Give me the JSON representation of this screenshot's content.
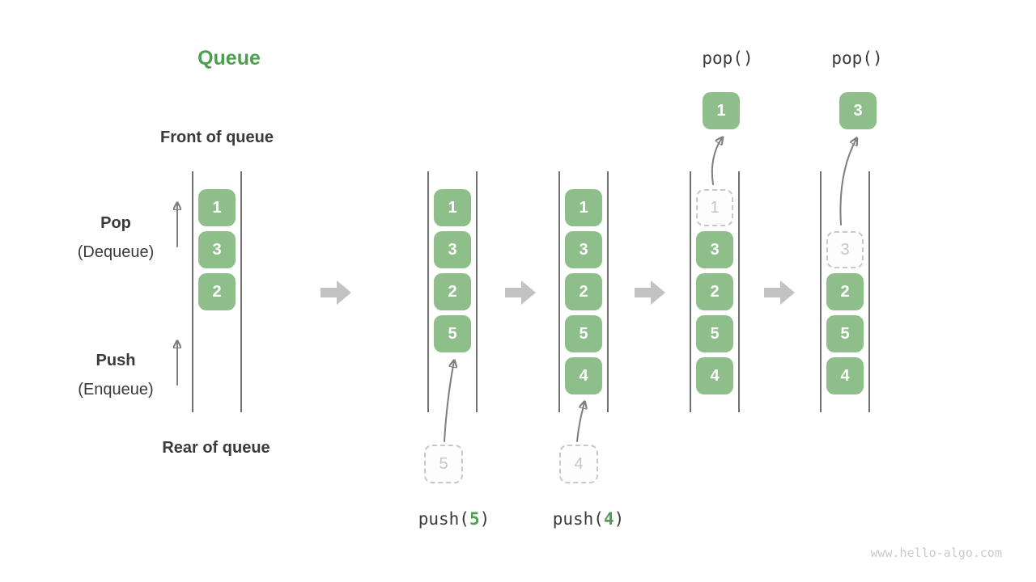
{
  "title": "Queue",
  "watermark": "www.hello-algo.com",
  "labels": {
    "front": "Front of queue",
    "rear": "Rear of queue",
    "pop": "Pop",
    "pop_sub": "(Dequeue)",
    "push": "Push",
    "push_sub": "(Enqueue)"
  },
  "ops": {
    "pop1": "pop()",
    "pop2": "pop()",
    "push5": {
      "fn": "push(",
      "arg": "5",
      "close": ")"
    },
    "push4": {
      "fn": "push(",
      "arg": "4",
      "close": ")"
    }
  },
  "columns": [
    {
      "cells": [
        "1",
        "3",
        "2"
      ]
    },
    {
      "cells": [
        "1",
        "3",
        "2",
        "5"
      ],
      "incoming": "5"
    },
    {
      "cells": [
        "1",
        "3",
        "2",
        "5",
        "4"
      ],
      "incoming": "4"
    },
    {
      "ghost": "1",
      "cells": [
        "3",
        "2",
        "5",
        "4"
      ],
      "popped": "1"
    },
    {
      "ghost": "3",
      "cells": [
        "2",
        "5",
        "4"
      ],
      "popped": "3"
    }
  ],
  "colors": {
    "accent_green": "#4E9E50",
    "cell_green": "#8EBE8A",
    "rail_gray": "#6F6F6F",
    "thin_arrow_gray": "#7E7E7E",
    "block_arrow_gray": "#C2C2C2",
    "ghost_gray": "#C8C8C8",
    "text_dark": "#3A3A3A",
    "watermark_gray": "#CBCBCB"
  }
}
